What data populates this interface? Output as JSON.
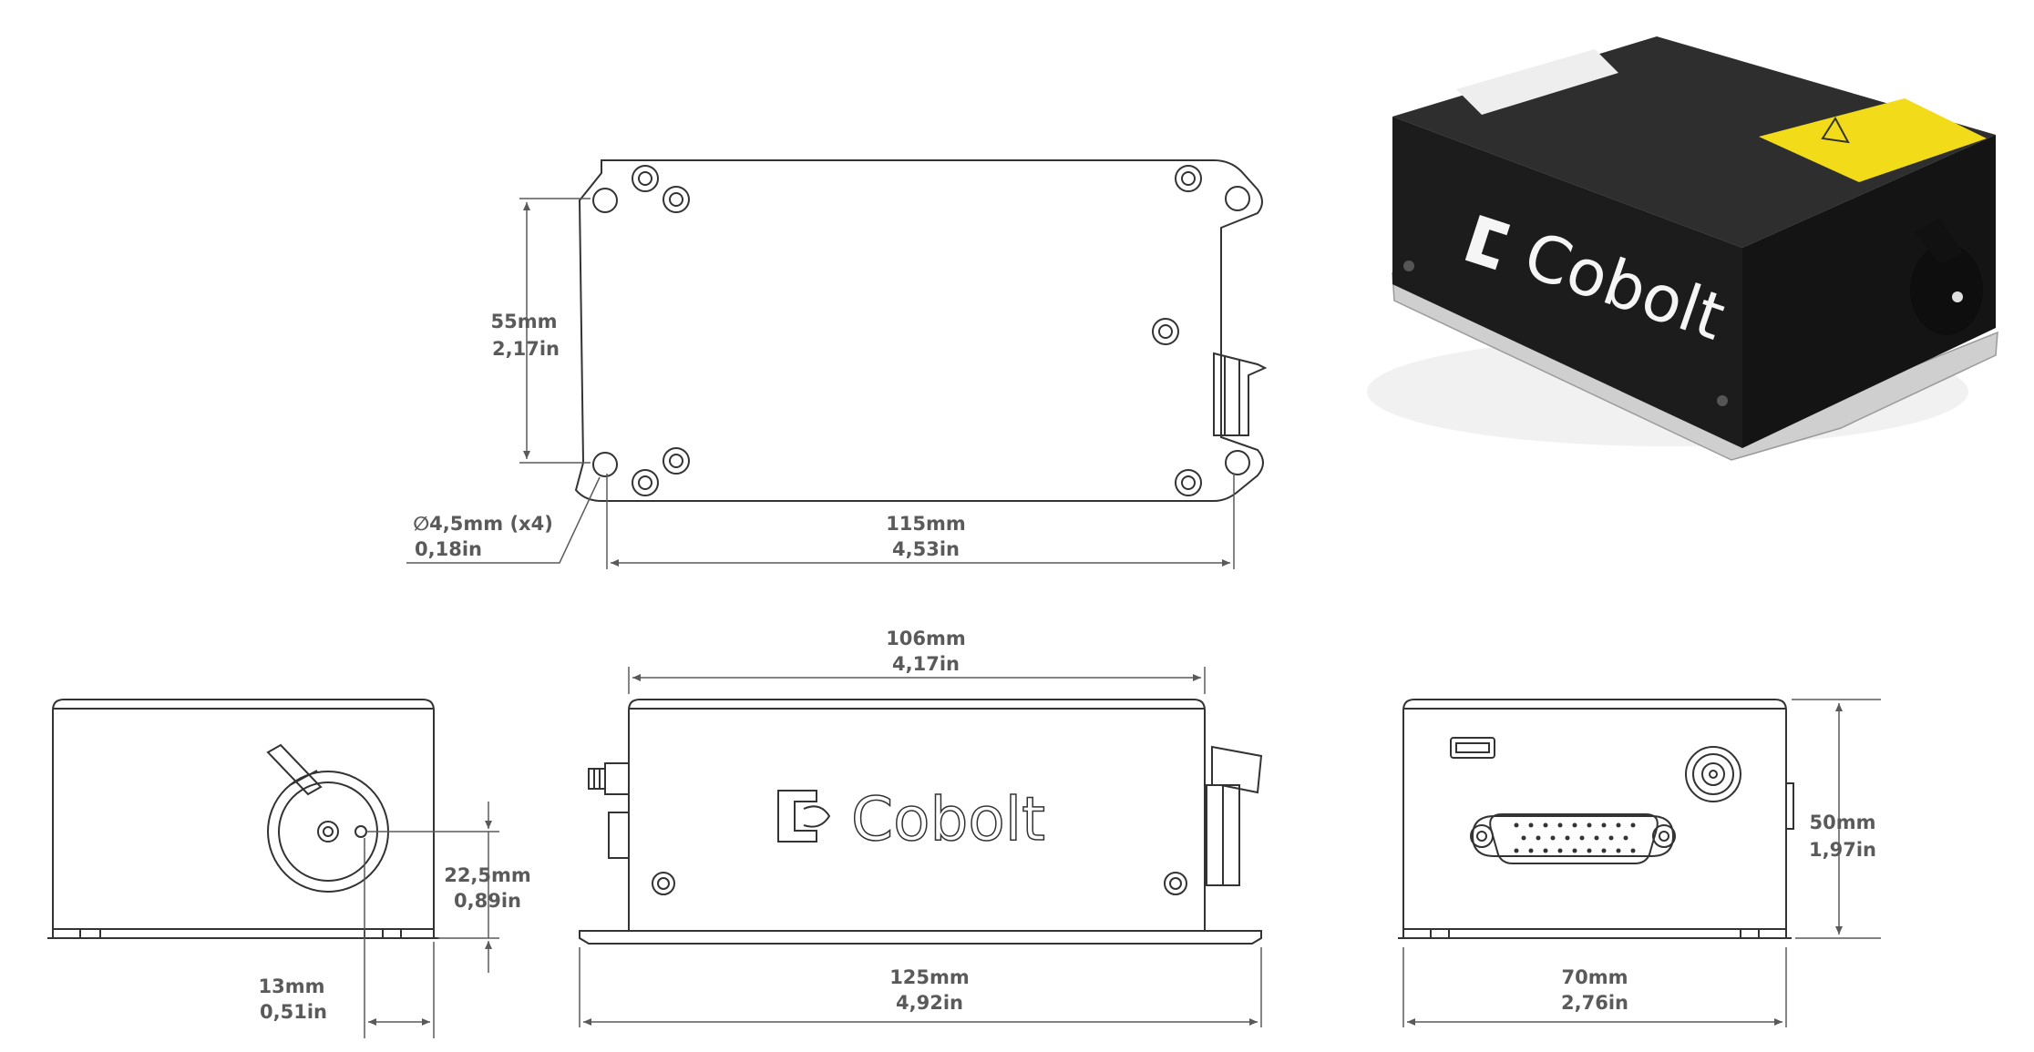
{
  "brand": "Cobolt",
  "dimensions": {
    "top_height": {
      "mm": "55mm",
      "in": "2,17in"
    },
    "top_length": {
      "mm": "115mm",
      "in": "4,53in"
    },
    "mount_hole": {
      "mm": "∅4,5mm (x4)",
      "in": "0,18in"
    },
    "body_length": {
      "mm": "106mm",
      "in": "4,17in"
    },
    "base_length": {
      "mm": "125mm",
      "in": "4,92in"
    },
    "beam_height": {
      "mm": "22,5mm",
      "in": "0,89in"
    },
    "beam_offset": {
      "mm": "13mm",
      "in": "0,51in"
    },
    "total_height": {
      "mm": "50mm",
      "in": "1,97in"
    },
    "width": {
      "mm": "70mm",
      "in": "2,76in"
    }
  },
  "colors": {
    "line": "#333333",
    "dimension": "#5a5a5a",
    "body": "#1c1c1c",
    "label": "#f2dc1a"
  }
}
